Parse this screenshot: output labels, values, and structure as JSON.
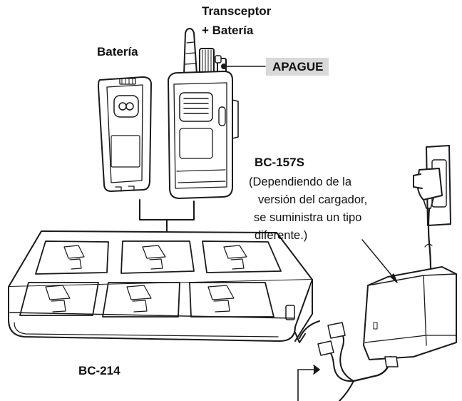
{
  "labels": {
    "transceiver_line1": "Transceptor",
    "transceiver_line2": "+ Batería",
    "battery": "Batería",
    "power_off": "APAGUE",
    "adapter_model": "BC-157S",
    "adapter_note": [
      "(Dependiendo de la",
      "versión del cargador,",
      "se suministra un tipo",
      "diferente.)"
    ],
    "charger_model": "BC-214"
  },
  "icons": [
    "battery-pack-icon",
    "transceiver-radio-icon",
    "multi-charger-base-icon",
    "ac-adapter-icon",
    "wall-outlet-icon",
    "connector-plug-icon"
  ],
  "colors": {
    "line": "#1a1a1a",
    "highlight": "#d9d9d9",
    "background": "#ffffff"
  }
}
